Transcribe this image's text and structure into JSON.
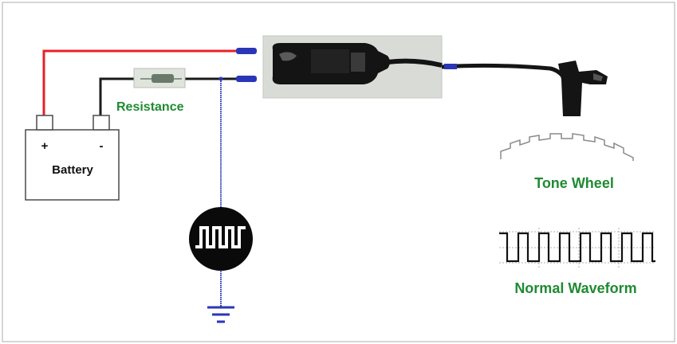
{
  "labels": {
    "resistance": "Resistance",
    "battery": "Battery",
    "plus": "+",
    "minus": "-",
    "tone_wheel": "Tone Wheel",
    "normal_waveform": "Normal Waveform"
  },
  "colors": {
    "positive_wire": "#e8202a",
    "negative_wire": "#1a1a1a",
    "signal_wire": "#2a36b8",
    "label_green": "#1f8a32",
    "frame": "#c8c8c8"
  },
  "icons": {
    "signal_source": "square-wave-generator-icon",
    "ground": "ground-symbol-icon",
    "sensor_clamp": "clamp-connector-icon",
    "sensor": "wheel-speed-sensor-icon"
  }
}
